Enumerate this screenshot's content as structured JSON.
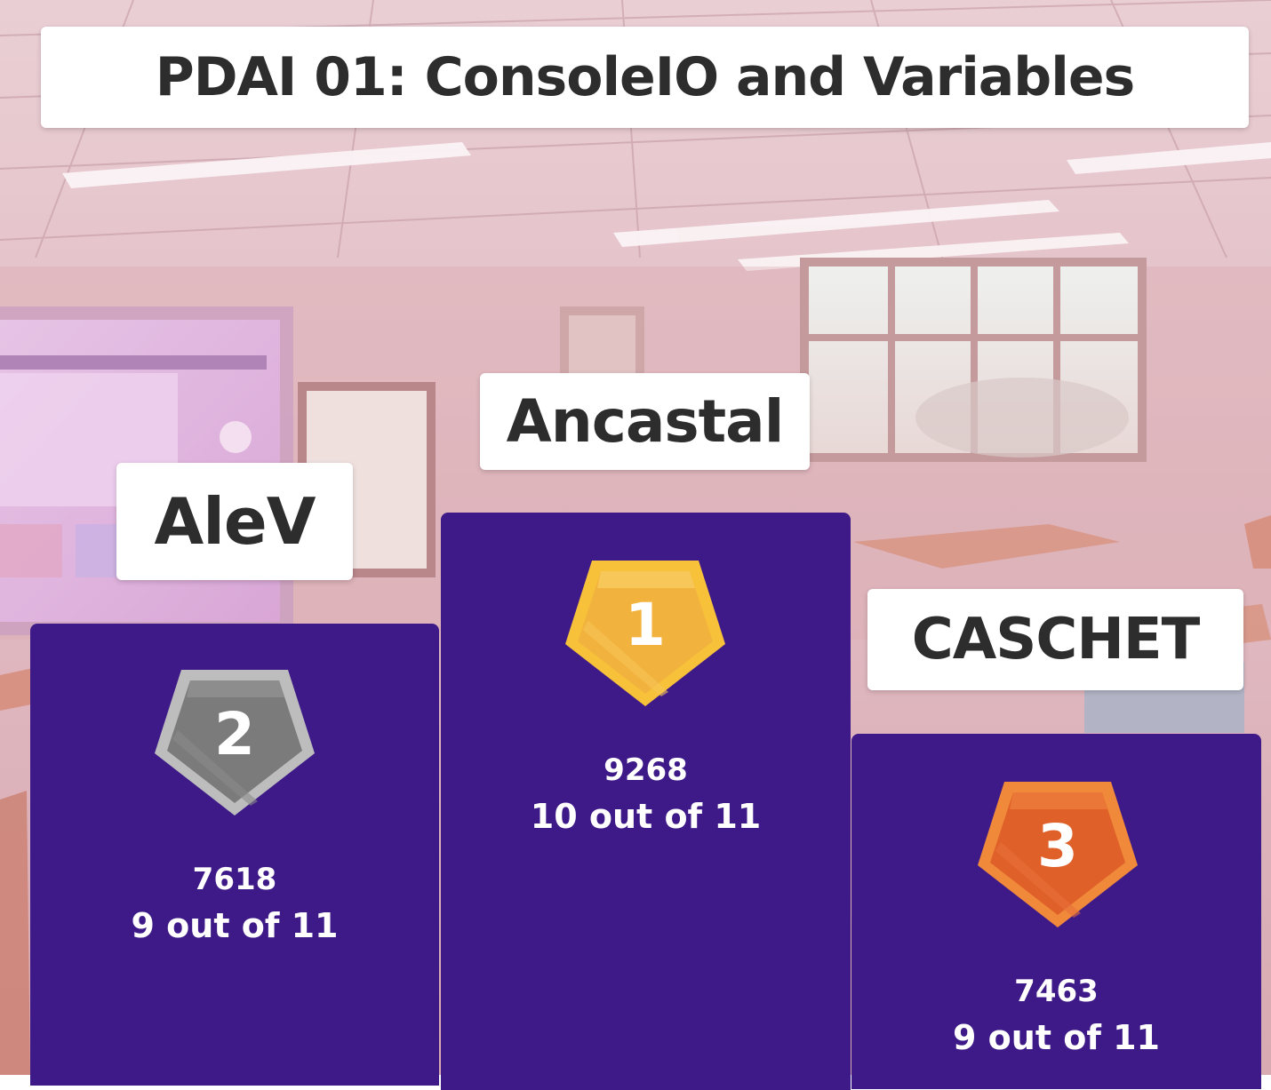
{
  "title": "PDAI 01: ConsoleIO and Variables",
  "colors": {
    "podium": "#3e1a88",
    "gold": "#f0b43c",
    "silver": "#7b7b7b",
    "bronze": "#e0602a"
  },
  "podiums": [
    {
      "place": "1",
      "name": "Ancastal",
      "score": "9268",
      "correct": "10 out of 11",
      "badge_icon": "gold-pentagon-icon"
    },
    {
      "place": "2",
      "name": "AleV",
      "score": "7618",
      "correct": "9 out of 11",
      "badge_icon": "silver-pentagon-icon"
    },
    {
      "place": "3",
      "name": "CASCHET",
      "score": "7463",
      "correct": "9 out of 11",
      "badge_icon": "bronze-pentagon-icon"
    }
  ]
}
